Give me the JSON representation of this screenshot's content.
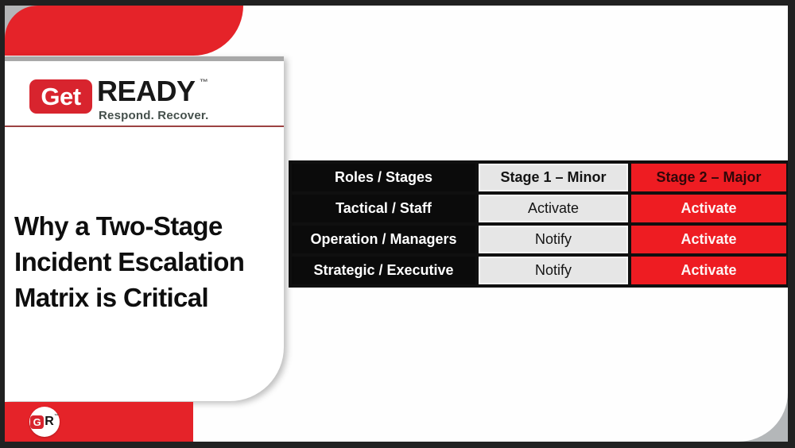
{
  "brand": {
    "get": "Get",
    "ready": "READY",
    "trademark": "™",
    "tagline": "Respond. Recover.",
    "monogram_g": "G",
    "monogram_r": "R",
    "monogram_tm": "™"
  },
  "slide": {
    "title_lines": [
      "Why a Two-Stage",
      "Incident Escalation",
      "Matrix is Critical"
    ]
  },
  "table": {
    "type": "table",
    "header": [
      "Roles / Stages",
      "Stage 1 – Minor",
      "Stage 2 – Major"
    ],
    "rows": [
      {
        "role": "Tactical / Staff",
        "stage1": "Activate",
        "stage2": "Activate"
      },
      {
        "role": "Operation / Managers",
        "stage1": "Notify",
        "stage2": "Activate"
      },
      {
        "role": "Strategic / Executive",
        "stage1": "Notify",
        "stage2": "Activate"
      }
    ]
  },
  "colors": {
    "ribbon_red": "#e52329",
    "table_red": "#ee1c22",
    "badge_red": "#d8242e",
    "cell_gray": "#e6e6e6",
    "cell_black": "#0b0b0b",
    "divider_maroon": "#9c4242",
    "card_top_gray": "#a8a8a8",
    "frame_dark": "#212121"
  }
}
